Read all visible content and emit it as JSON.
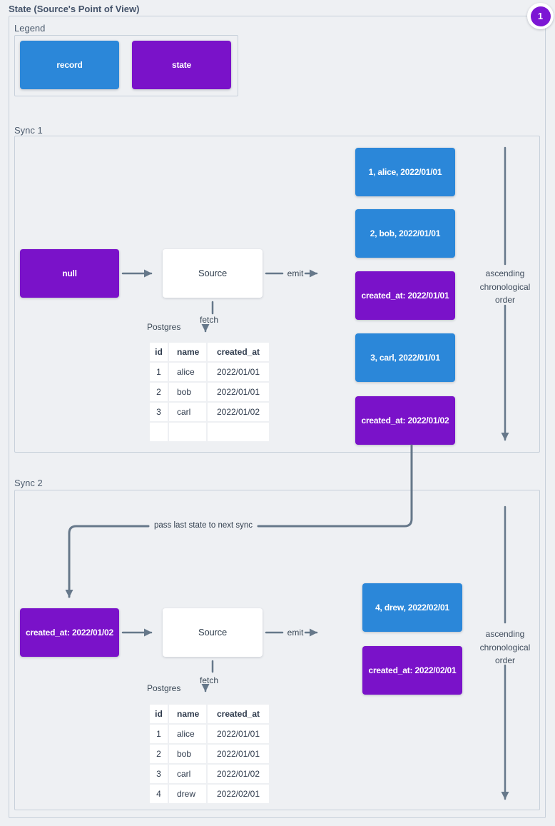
{
  "page": {
    "title": "State (Source's Point of View)",
    "badge": "1"
  },
  "colors": {
    "record": "#2b87d9",
    "state": "#7a12c9",
    "badge": "#7c16d4",
    "line": "#66788a"
  },
  "legend": {
    "label": "Legend",
    "record_label": "record",
    "state_label": "state"
  },
  "labels": {
    "emit": "emit",
    "fetch": "fetch",
    "db": "Postgres",
    "order": "ascending chronological order",
    "pass": "pass last state to next sync"
  },
  "sync1": {
    "label": "Sync 1",
    "input_state": "null",
    "source": "Source",
    "table": {
      "headers": [
        "id",
        "name",
        "created_at"
      ],
      "rows": [
        [
          "1",
          "alice",
          "2022/01/01"
        ],
        [
          "2",
          "bob",
          "2022/01/01"
        ],
        [
          "3",
          "carl",
          "2022/01/02"
        ],
        [
          "",
          "",
          ""
        ]
      ]
    },
    "emitted": [
      {
        "type": "record",
        "text": "1, alice, 2022/01/01"
      },
      {
        "type": "record",
        "text": "2, bob, 2022/01/01"
      },
      {
        "type": "state",
        "text": "created_at: 2022/01/01"
      },
      {
        "type": "record",
        "text": "3, carl, 2022/01/01"
      },
      {
        "type": "state",
        "text": "created_at: 2022/01/02"
      }
    ]
  },
  "sync2": {
    "label": "Sync 2",
    "input_state": "created_at: 2022/01/02",
    "source": "Source",
    "table": {
      "headers": [
        "id",
        "name",
        "created_at"
      ],
      "rows": [
        [
          "1",
          "alice",
          "2022/01/01"
        ],
        [
          "2",
          "bob",
          "2022/01/01"
        ],
        [
          "3",
          "carl",
          "2022/01/02"
        ],
        [
          "4",
          "drew",
          "2022/02/01"
        ]
      ]
    },
    "emitted": [
      {
        "type": "record",
        "text": "4, drew, 2022/02/01"
      },
      {
        "type": "state",
        "text": "created_at: 2022/02/01"
      }
    ]
  }
}
